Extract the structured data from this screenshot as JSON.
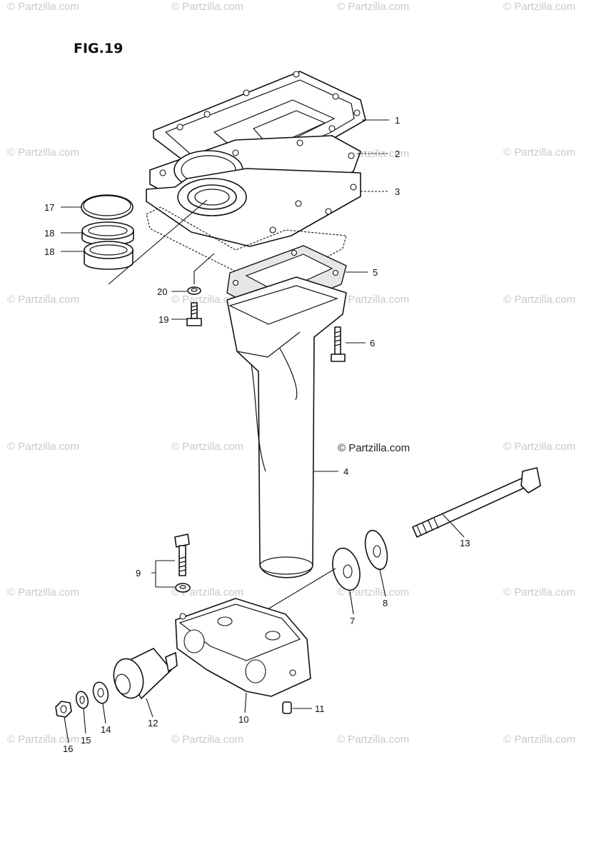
{
  "figure": {
    "title": "FIG.19",
    "credit": "© Partzilla.com"
  },
  "watermark": {
    "text": "© Partzilla.com"
  },
  "callouts": {
    "c1": "1",
    "c2": "2",
    "c3": "3",
    "c4": "4",
    "c5": "5",
    "c6": "6",
    "c7": "7",
    "c8": "8",
    "c9": "9",
    "c10": "10",
    "c11": "11",
    "c12": "12",
    "c13": "13",
    "c14": "14",
    "c15": "15",
    "c16": "16",
    "c17": "17",
    "c18a": "18",
    "c18b": "18",
    "c19": "19",
    "c20": "20"
  }
}
